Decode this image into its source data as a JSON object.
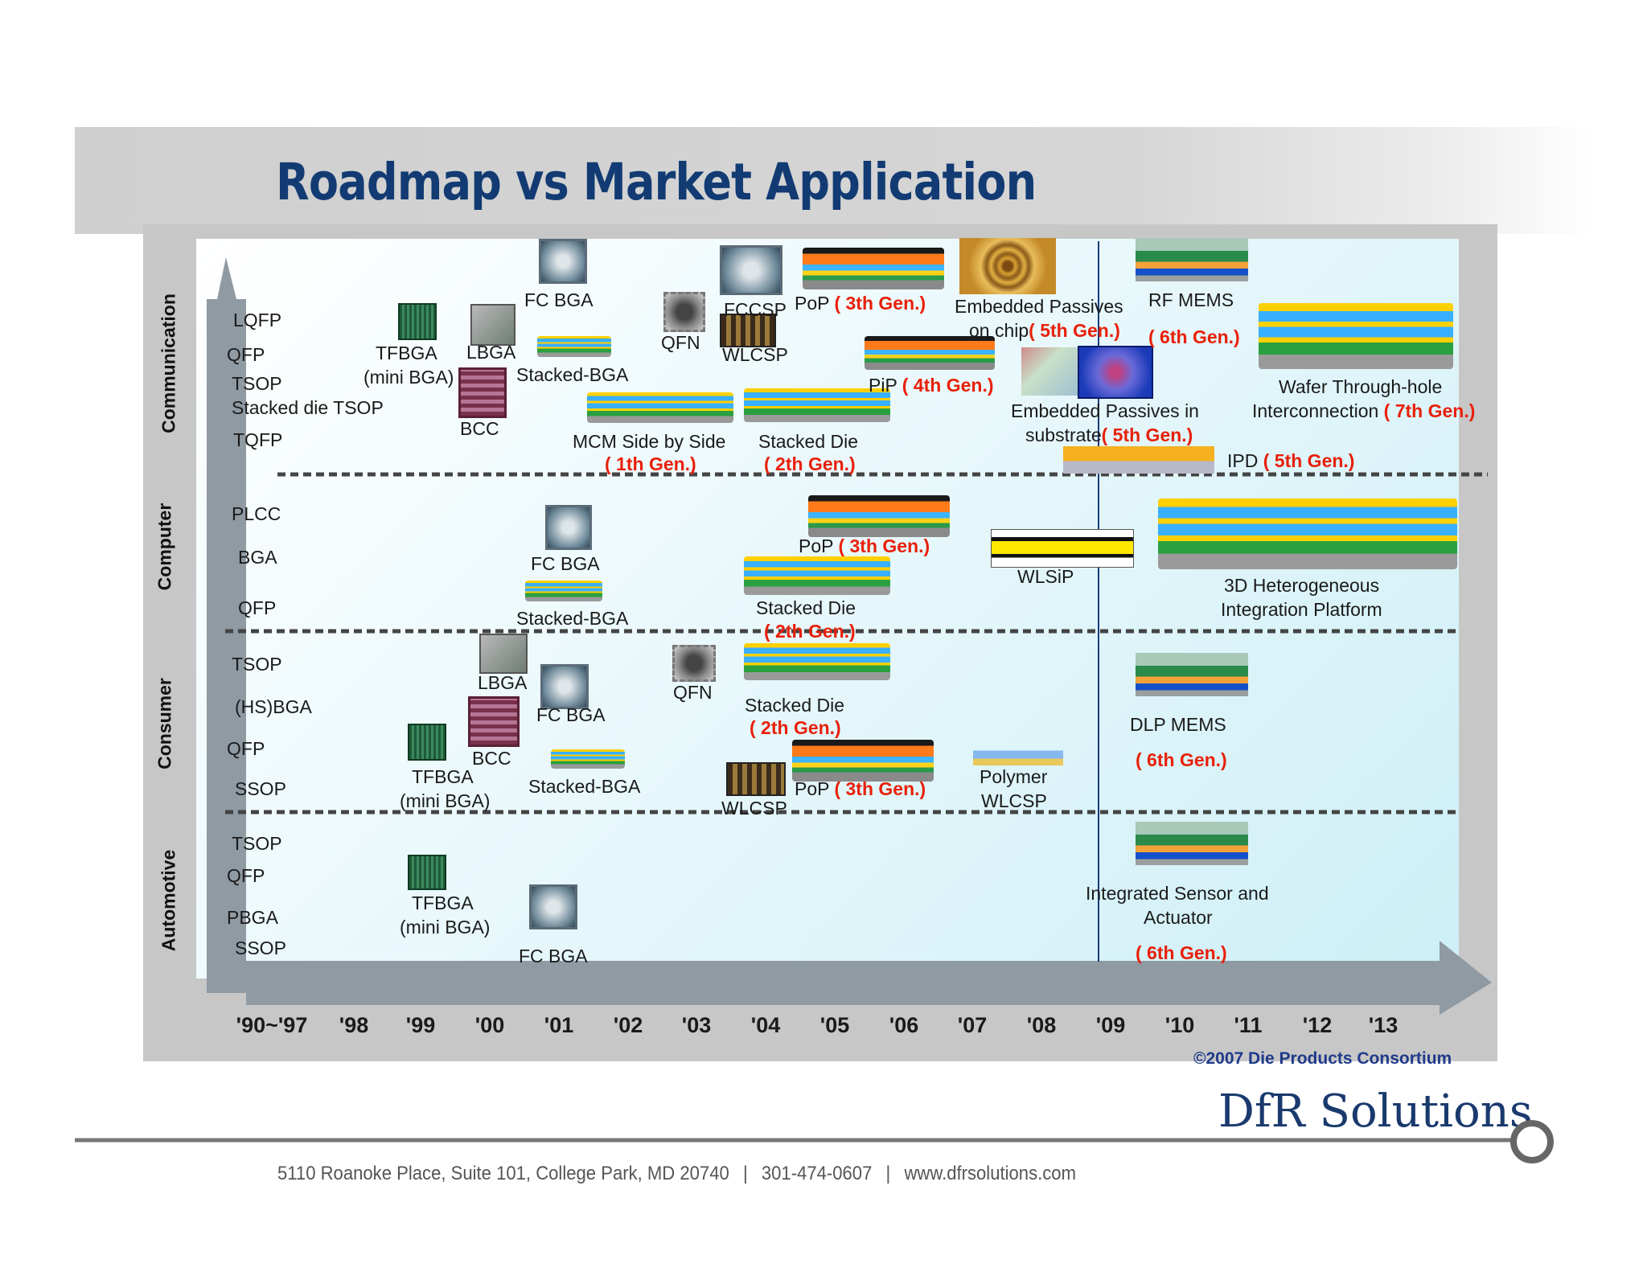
{
  "title": "Roadmap vs Market Application",
  "categories": [
    "Communication",
    "Computer",
    "Consumer",
    "Automotive"
  ],
  "years": [
    "'90~'97",
    "'98",
    "'99",
    "'00",
    "'01",
    "'02",
    "'03",
    "'04",
    "'05",
    "'06",
    "'07",
    "'08",
    "'09",
    "'10",
    "'11",
    "'12",
    "'13"
  ],
  "legacy": {
    "communication": [
      "LQFP",
      "QFP",
      "TSOP",
      "Stacked die TSOP",
      "TQFP"
    ],
    "computer": [
      "PLCC",
      "BGA",
      "QFP"
    ],
    "consumer": [
      "TSOP",
      "(HS)BGA",
      "QFP",
      "SSOP"
    ],
    "automotive": [
      "TSOP",
      "QFP",
      "PBGA",
      "SSOP"
    ]
  },
  "labels": {
    "comm_tfbga": "TFBGA",
    "comm_tfbga_sub": "(mini BGA)",
    "comm_lbga": "LBGA",
    "comm_bcc": "BCC",
    "comm_fcbga": "FC BGA",
    "comm_stacked_bga": "Stacked-BGA",
    "comm_qfn": "QFN",
    "comm_fccsp": "FCCSP",
    "comm_wlcsp": "WLCSP",
    "comm_pop": "PoP",
    "comm_pop_gen": "( 3th Gen.)",
    "comm_emb_chip": "Embedded Passives",
    "comm_emb_chip2": "on chip",
    "comm_emb_chip_gen": "( 5th Gen.)",
    "comm_rfmems": "RF MEMS",
    "comm_rfmems_gen": "( 6th Gen.)",
    "comm_pip": "PiP",
    "comm_pip_gen": "( 4th Gen.)",
    "comm_emb_sub": "Embedded Passives in",
    "comm_emb_sub2": "substrate",
    "comm_emb_sub_gen": "( 5th Gen.)",
    "comm_wafer": "Wafer Through-hole",
    "comm_wafer2": "Interconnection",
    "comm_wafer_gen": "( 7th Gen.)",
    "comm_mcm": "MCM Side by Side",
    "comm_mcm_gen": "( 1th Gen.)",
    "comm_stacked_die": "Stacked Die",
    "comm_stacked_die_gen": "( 2th Gen.)",
    "comm_ipd": "IPD",
    "comm_ipd_gen": "( 5th Gen.)",
    "cmp_fcbga": "FC BGA",
    "cmp_stacked_bga": "Stacked-BGA",
    "cmp_pop": "PoP",
    "cmp_pop_gen": "( 3th Gen.)",
    "cmp_stacked_die": "Stacked Die",
    "cmp_stacked_die_gen": "( 2th Gen.)",
    "cmp_wlsip": "WLSiP",
    "cmp_3d": "3D Heterogeneous",
    "cmp_3d2": "Integration Platform",
    "con_lbga": "LBGA",
    "con_fcbga": "FC BGA",
    "con_qfn": "QFN",
    "con_stacked_die": "Stacked Die",
    "con_stacked_die_gen": "( 2th Gen.)",
    "con_bcc": "BCC",
    "con_tfbga": "TFBGA",
    "con_tfbga_sub": "(mini BGA)",
    "con_stacked_bga": "Stacked-BGA",
    "con_wlcsp": "WLCSP",
    "con_pop": "PoP",
    "con_pop_gen": "( 3th Gen.)",
    "con_polymer": "Polymer",
    "con_polymer2": "WLCSP",
    "con_dlp": "DLP MEMS",
    "con_dlp_gen": "( 6th Gen.)",
    "auto_tfbga": "TFBGA",
    "auto_tfbga_sub": "(mini BGA)",
    "auto_fcbga": "FC BGA",
    "auto_sensor": "Integrated Sensor and",
    "auto_sensor2": "Actuator",
    "auto_sensor_gen": "( 6th Gen.)"
  },
  "copyright": "©2007 Die Products Consortium",
  "footer": {
    "logo": "DfR Solutions",
    "address": "5110 Roanoke Place, Suite 101, College Park, MD 20740",
    "sep1": "|",
    "phone": "301-474-0607",
    "sep2": "|",
    "website": "www.dfrsolutions.com"
  },
  "colors": {
    "title": "#123b73",
    "generation": "#e8200a",
    "axis": "#8f9aa3",
    "copyright": "#1f3a8a"
  }
}
